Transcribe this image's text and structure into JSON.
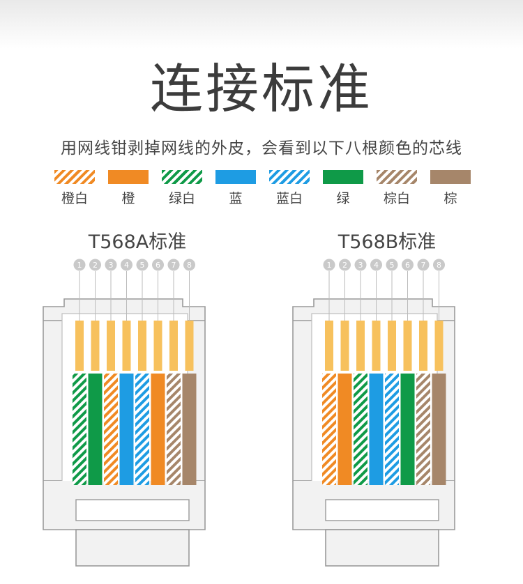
{
  "title": "连接标准",
  "subtitle": "用网线钳剥掉网线的外皮，会看到以下八根颜色的芯线",
  "colors": {
    "orange": "#f08a24",
    "green": "#0f9a48",
    "blue": "#1e9ce3",
    "brown": "#a6866a",
    "white": "#ffffff",
    "gold_contact": "#f7c15d",
    "connector_line": "#9a9a9a",
    "connector_fill": "#f2f2f2"
  },
  "legend": [
    {
      "label": "橙白",
      "color": "#f08a24",
      "striped": true
    },
    {
      "label": "橙",
      "color": "#f08a24",
      "striped": false
    },
    {
      "label": "绿白",
      "color": "#0f9a48",
      "striped": true
    },
    {
      "label": "蓝",
      "color": "#1e9ce3",
      "striped": false
    },
    {
      "label": "蓝白",
      "color": "#1e9ce3",
      "striped": true
    },
    {
      "label": "绿",
      "color": "#0f9a48",
      "striped": false
    },
    {
      "label": "棕白",
      "color": "#a6866a",
      "striped": true
    },
    {
      "label": "棕",
      "color": "#a6866a",
      "striped": false
    }
  ],
  "standards": [
    {
      "name": "T568A标准",
      "pins": [
        "1",
        "2",
        "3",
        "4",
        "5",
        "6",
        "7",
        "8"
      ],
      "wires": [
        {
          "color": "#0f9a48",
          "striped": true
        },
        {
          "color": "#0f9a48",
          "striped": false
        },
        {
          "color": "#f08a24",
          "striped": true
        },
        {
          "color": "#1e9ce3",
          "striped": false
        },
        {
          "color": "#1e9ce3",
          "striped": true
        },
        {
          "color": "#f08a24",
          "striped": false
        },
        {
          "color": "#a6866a",
          "striped": true
        },
        {
          "color": "#a6866a",
          "striped": false
        }
      ]
    },
    {
      "name": "T568B标准",
      "pins": [
        "1",
        "2",
        "3",
        "4",
        "5",
        "6",
        "7",
        "8"
      ],
      "wires": [
        {
          "color": "#f08a24",
          "striped": true
        },
        {
          "color": "#f08a24",
          "striped": false
        },
        {
          "color": "#0f9a48",
          "striped": true
        },
        {
          "color": "#1e9ce3",
          "striped": false
        },
        {
          "color": "#1e9ce3",
          "striped": true
        },
        {
          "color": "#0f9a48",
          "striped": false
        },
        {
          "color": "#a6866a",
          "striped": true
        },
        {
          "color": "#a6866a",
          "striped": false
        }
      ]
    }
  ]
}
